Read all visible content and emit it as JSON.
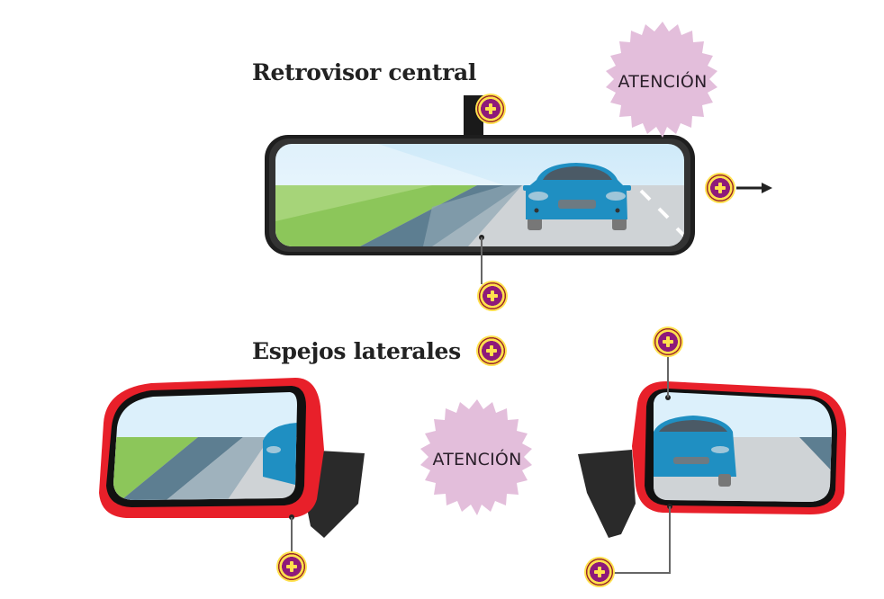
{
  "titles": {
    "central": "Retrovisor central",
    "lateral": "Espejos laterales"
  },
  "badges": [
    {
      "label": "ATENCIÓN",
      "color": "#e3bedb"
    },
    {
      "label": "ATENCIÓN",
      "color": "#e3bedb"
    }
  ],
  "hotspots": [
    {
      "name": "hotspot-central-mount",
      "icon": "plus-icon"
    },
    {
      "name": "hotspot-central-right",
      "icon": "plus-icon",
      "arrow": "arrow-right-icon"
    },
    {
      "name": "hotspot-central-bottom",
      "icon": "plus-icon"
    },
    {
      "name": "hotspot-lateral-title",
      "icon": "plus-icon"
    },
    {
      "name": "hotspot-left-mirror",
      "icon": "plus-icon"
    },
    {
      "name": "hotspot-right-mirror-top",
      "icon": "plus-icon"
    },
    {
      "name": "hotspot-right-mirror-bottom",
      "icon": "plus-icon"
    }
  ],
  "colors": {
    "hotspot_fill": "#8e1a7a",
    "hotspot_ring": "#ffe14d",
    "mirror_frame_central": "#1e1e1e",
    "mirror_frame_lateral": "#e8202a",
    "car": "#1f8fc2",
    "sky": "#dcf0fb",
    "grass": "#8cc65a",
    "road": "#cfd3d6"
  }
}
